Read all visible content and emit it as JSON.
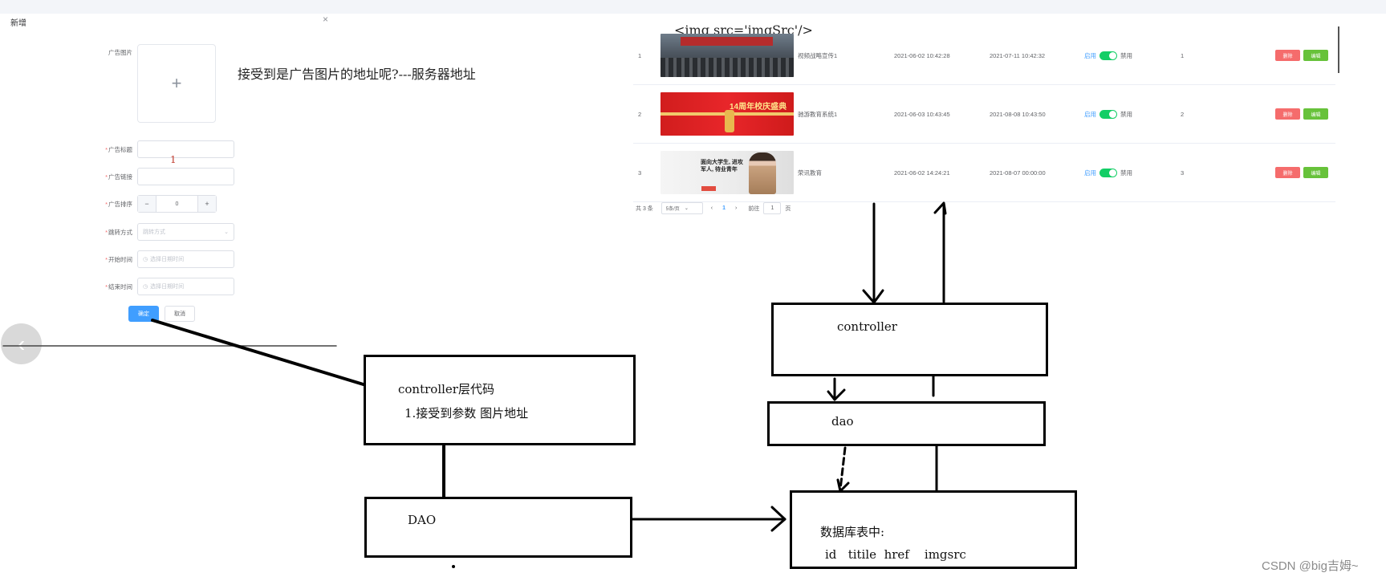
{
  "dialog": {
    "title": "新增",
    "close_glyph": "×",
    "labels": {
      "image": "广告图片",
      "title": "广告标题",
      "link": "广告链接",
      "sort": "广告排序",
      "jump": "跳转方式",
      "start": "开始时间",
      "end": "结束时间"
    },
    "upload_glyph": "+",
    "sort_value": "0",
    "stepper_minus": "−",
    "stepper_plus": "+",
    "jump_placeholder": "跳转方式",
    "date_placeholder": "选择日期时间",
    "confirm": "确定",
    "cancel": "取消",
    "hand_mark": "1"
  },
  "note_text": "接受到是广告图片的地址呢?---服务器地址",
  "img_tag_text": "<img src='imgSrc'/>",
  "table": {
    "rows": [
      {
        "id": "1",
        "name": "视频战略宣传1",
        "start": "2021-06-02 10:42:28",
        "end": "2021-07-11 10:42:32",
        "sort": "1",
        "thumb_text": ""
      },
      {
        "id": "2",
        "name": "驰游教育系统1",
        "start": "2021-06-03 10:43:45",
        "end": "2021-08-08 10:43:50",
        "sort": "2",
        "thumb_text": "14周年校庆盛典"
      },
      {
        "id": "3",
        "name": "荣讯教育",
        "start": "2021-06-02 14:24:21",
        "end": "2021-08-07 00:00:00",
        "sort": "3",
        "thumb_text": "面向大学生, 进攻军人, 待业青年"
      }
    ],
    "status_on": "启用",
    "status_off": "禁用",
    "delete_label": "删除",
    "edit_label": "编辑",
    "pager": {
      "total": "共 3 条",
      "page_size": "5条/页",
      "prev": "‹",
      "current": "1",
      "next": "›",
      "goto": "前往",
      "goto_value": "1",
      "page_unit": "页"
    }
  },
  "diagram": {
    "controller_left_title": "controller层代码",
    "controller_left_line": "1.接受到参数  图片地址",
    "dao_left": "DAO",
    "controller_right": "controller",
    "dao_right": "dao",
    "db_title": "数据库表中:",
    "db_columns": "id   titile  href    imgsrc"
  },
  "watermark": "CSDN @big吉姆~"
}
